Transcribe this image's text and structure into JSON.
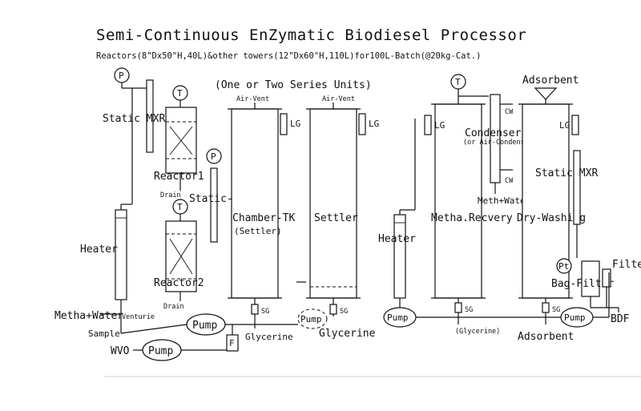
{
  "title": "Semi-Continuous EnZymatic Biodiesel Processor",
  "subtitle": "Reactors(8\"Dx50\"H,40L)&other towers(12\"Dx60\"H,110L)for100L-Batch(@20kg-Cat.)",
  "series_note": "(One or Two Series Units)",
  "instruments": {
    "pressure": "P",
    "temperature": "T",
    "pressure_u": "Pt"
  },
  "equipment": {
    "reactor1": "Reactor1",
    "reactor2": "Reactor2",
    "static_mxr_left": "Static MXR",
    "static_mxr_mid": "Static-MXR",
    "static_mxr_right": "Static MXR",
    "heater_left": "Heater",
    "heater_mid": "Heater",
    "chamber_tk": "Chamber-TK",
    "chamber_tk_sub": "(Settler)",
    "settler": "Settler",
    "metha_recovery": "Metha.Recvery",
    "dry_washing": "Dry-Washing",
    "condenser": "Condenser",
    "condenser_sub": "(or Air-Condenser)",
    "bag_filter": "Bag-Filter",
    "filter_right": "Filte",
    "pump": "Pump",
    "f_box": "F"
  },
  "streams": {
    "metha_water_in": "Metha+Water",
    "venturie": "Venturie",
    "sample": "Sample",
    "wvo": "WVO",
    "glycerine_1": "Glycerine",
    "glycerine_2": "Glycerine",
    "glycerine_3": "(Glycerine)",
    "adsorbent_top": "Adsorbent",
    "adsorbent_bottom": "Adsorbent",
    "meth_water_out": "Meth+Water",
    "bdf": "BDF",
    "drain_1": "Drain",
    "drain_2": "Drain",
    "air_vent_1": "Air-Vent",
    "air_vent_2": "Air-Vent",
    "lg": "LG",
    "sg": "SG",
    "cw": "CW"
  }
}
